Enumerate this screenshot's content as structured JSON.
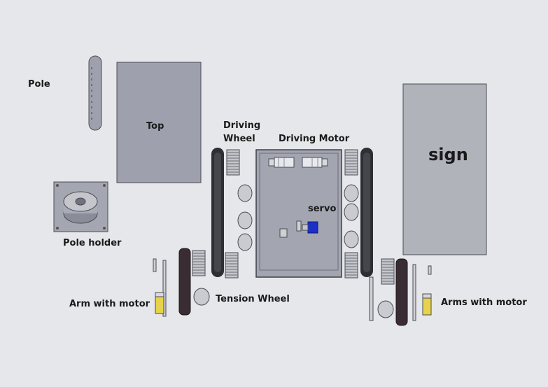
{
  "labels": {
    "pole": "Pole",
    "top": "Top",
    "pole_holder": "Pole holder",
    "driving_wheel": "Driving\nWheel",
    "driving_motor": "Driving Motor",
    "servo": "servo",
    "sign": "sign",
    "tension_wheel": "Tension Wheel",
    "arm_with_motor": "Arm with motor",
    "arms_with_motor": "Arms with motor"
  },
  "colors": {
    "background": "#e6e7ea",
    "part_gray": "#9ea1ad",
    "part_light": "#c4c6cc",
    "track_dark": "#2e2f33",
    "arm_dark": "#3a2c33",
    "servo_blue": "#1b2fc9",
    "motor_yellow": "#e7d24a"
  }
}
